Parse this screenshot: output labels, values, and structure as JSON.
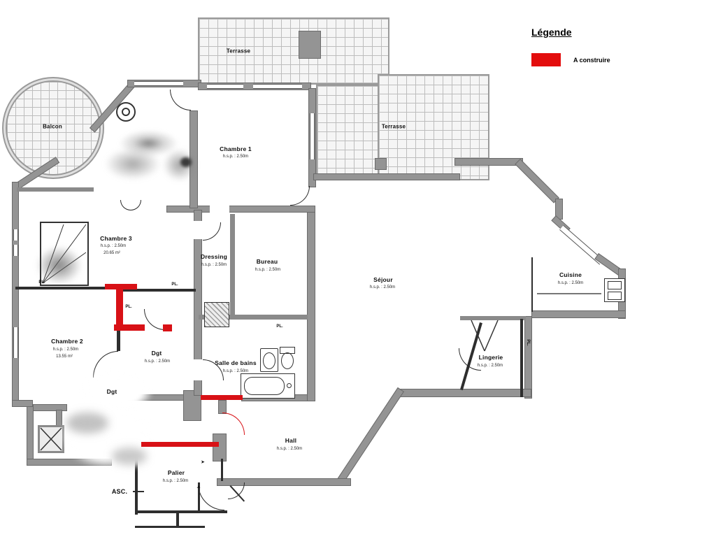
{
  "plan": {
    "legend": {
      "title": "Légende",
      "items": [
        {
          "label": "A construire",
          "color": "#e30d0d"
        }
      ]
    },
    "rooms": [
      {
        "id": "terrasse-top",
        "label": "Terrasse"
      },
      {
        "id": "terrasse-right",
        "label": "Terrasse"
      },
      {
        "id": "balcon",
        "label": "Balcon"
      },
      {
        "id": "chambre-1",
        "label": "Chambre 1",
        "sub": "h.s.p. : 2.50m"
      },
      {
        "id": "chambre-3",
        "label": "Chambre 3",
        "sub": "h.s.p. : 2.50m",
        "area": "20.65 m²"
      },
      {
        "id": "chambre-2",
        "label": "Chambre 2",
        "sub": "h.s.p. : 2.50m",
        "area": "13.55 m²"
      },
      {
        "id": "dressing",
        "label": "Dressing",
        "sub": "h.s.p. : 2.50m"
      },
      {
        "id": "bureau",
        "label": "Bureau",
        "sub": "h.s.p. : 2.50m"
      },
      {
        "id": "sejour",
        "label": "Séjour",
        "sub": "h.s.p. : 2.50m"
      },
      {
        "id": "cuisine",
        "label": "Cuisine",
        "sub": "h.s.p. : 2.50m"
      },
      {
        "id": "lingerie",
        "label": "Lingerie",
        "sub": "h.s.p. : 2.50m"
      },
      {
        "id": "salle-de-bains",
        "label": "Salle de bains",
        "sub": "h.s.p. : 2.50m"
      },
      {
        "id": "degagement-1",
        "label": "Dgt",
        "sub": "h.s.p. : 2.50m"
      },
      {
        "id": "degagement-2",
        "label": "Dgt"
      },
      {
        "id": "hall",
        "label": "Hall",
        "sub": "h.s.p. : 2.50m"
      },
      {
        "id": "palier",
        "label": "Palier",
        "sub": "h.s.p. : 2.50m"
      },
      {
        "id": "ascenseur",
        "label": "ASC."
      }
    ],
    "labels": {
      "closet": "PL."
    },
    "icons": {
      "direction_arrow": "➤"
    },
    "colors": {
      "wall": "#949494",
      "line": "#2e2e2e",
      "construction_red": "#d81116",
      "tile_line": "#bdbdbd"
    }
  }
}
